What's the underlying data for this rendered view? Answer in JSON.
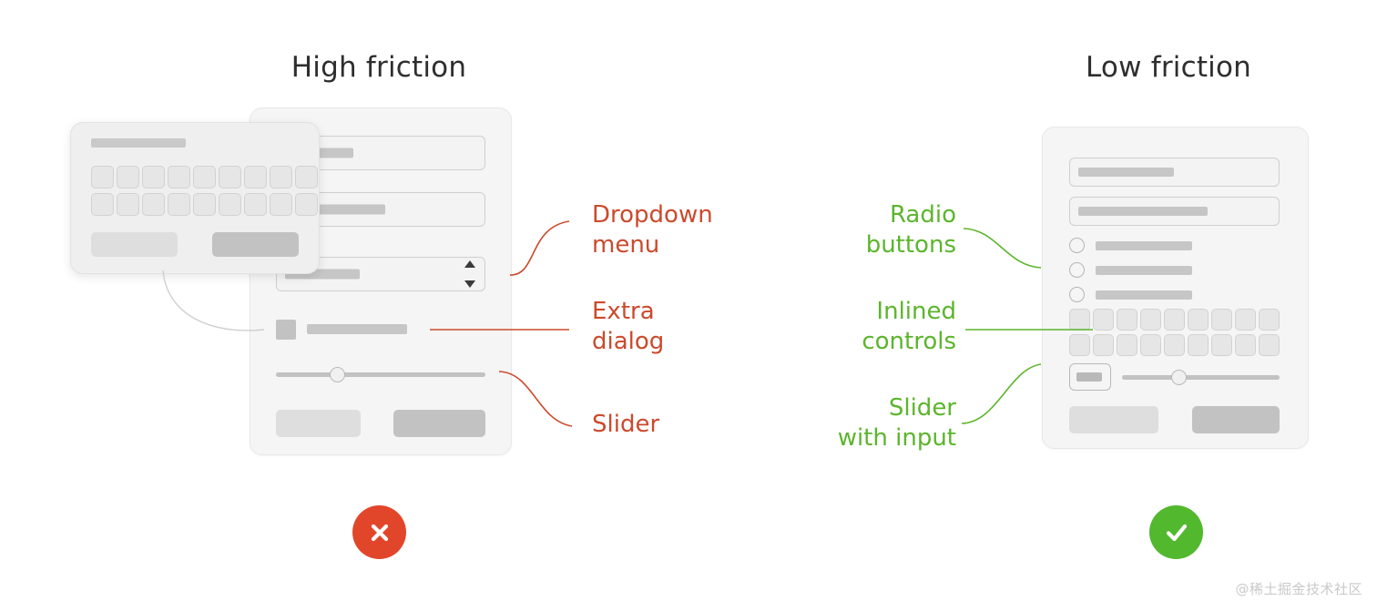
{
  "columns": {
    "high": {
      "title": "High friction",
      "verdict_icon": "cross-icon",
      "verdict_color": "#e2462a"
    },
    "low": {
      "title": "Low friction",
      "verdict_icon": "check-icon",
      "verdict_color": "#52b82e"
    }
  },
  "annotations": {
    "red_color": "#cb4a2c",
    "green_color": "#5cb52c",
    "high": [
      {
        "id": "dropdown-menu",
        "label": "Dropdown\nmenu"
      },
      {
        "id": "extra-dialog",
        "label": "Extra\ndialog"
      },
      {
        "id": "slider",
        "label": "Slider"
      }
    ],
    "low": [
      {
        "id": "radio-buttons",
        "label": "Radio\nbuttons"
      },
      {
        "id": "inlined-controls",
        "label": "Inlined\ncontrols"
      },
      {
        "id": "slider-with-input",
        "label": "Slider\nwith input"
      }
    ]
  },
  "high_card": {
    "widgets": [
      "text-input",
      "text-input",
      "dropdown-select",
      "checkbox-row",
      "slider",
      "button-light",
      "button-dark"
    ]
  },
  "extra_dialog": {
    "widgets": [
      "title-bar",
      "key-grid-row",
      "key-grid-row",
      "button-light",
      "button-dark"
    ],
    "key_columns": 9,
    "key_rows": 2
  },
  "low_card": {
    "widgets": [
      "text-input",
      "text-input",
      "radio-row",
      "radio-row",
      "radio-row",
      "key-grid-row",
      "key-grid-row",
      "number-input",
      "slider",
      "button-light",
      "button-dark"
    ],
    "key_columns": 9,
    "key_rows": 2,
    "radio_count": 3
  },
  "watermark": {
    "text": "@稀土掘金技术社区"
  }
}
